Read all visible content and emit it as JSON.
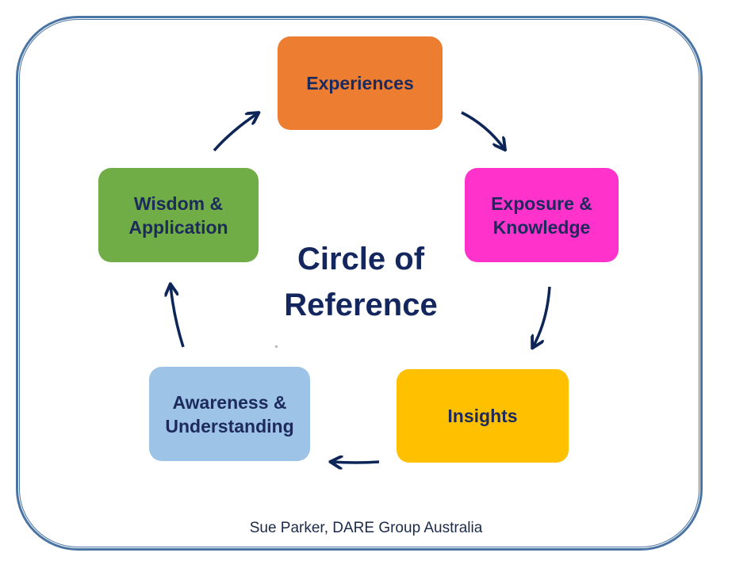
{
  "diagram": {
    "title_lines": [
      "Circle of",
      "Reference"
    ],
    "credit": "Sue Parker, DARE Group Australia",
    "text_color": "#1c2a5c",
    "arrow_color": "#0d2557",
    "frame_color": "#4a74a3",
    "nodes": [
      {
        "id": "experiences",
        "lines": [
          "Experiences"
        ],
        "color": "#ed7d31"
      },
      {
        "id": "exposure-knowledge",
        "lines": [
          "Exposure &",
          "Knowledge"
        ],
        "color": "#ff33cc"
      },
      {
        "id": "insights",
        "lines": [
          "Insights"
        ],
        "color": "#ffc000"
      },
      {
        "id": "awareness-understanding",
        "lines": [
          "Awareness &",
          "Understanding"
        ],
        "color": "#9dc3e6"
      },
      {
        "id": "wisdom-application",
        "lines": [
          "Wisdom &",
          "Application"
        ],
        "color": "#70ad47"
      }
    ],
    "edges": [
      {
        "from": "experiences",
        "to": "exposure-knowledge"
      },
      {
        "from": "exposure-knowledge",
        "to": "insights"
      },
      {
        "from": "insights",
        "to": "awareness-understanding"
      },
      {
        "from": "awareness-understanding",
        "to": "wisdom-application"
      },
      {
        "from": "wisdom-application",
        "to": "experiences"
      }
    ]
  }
}
